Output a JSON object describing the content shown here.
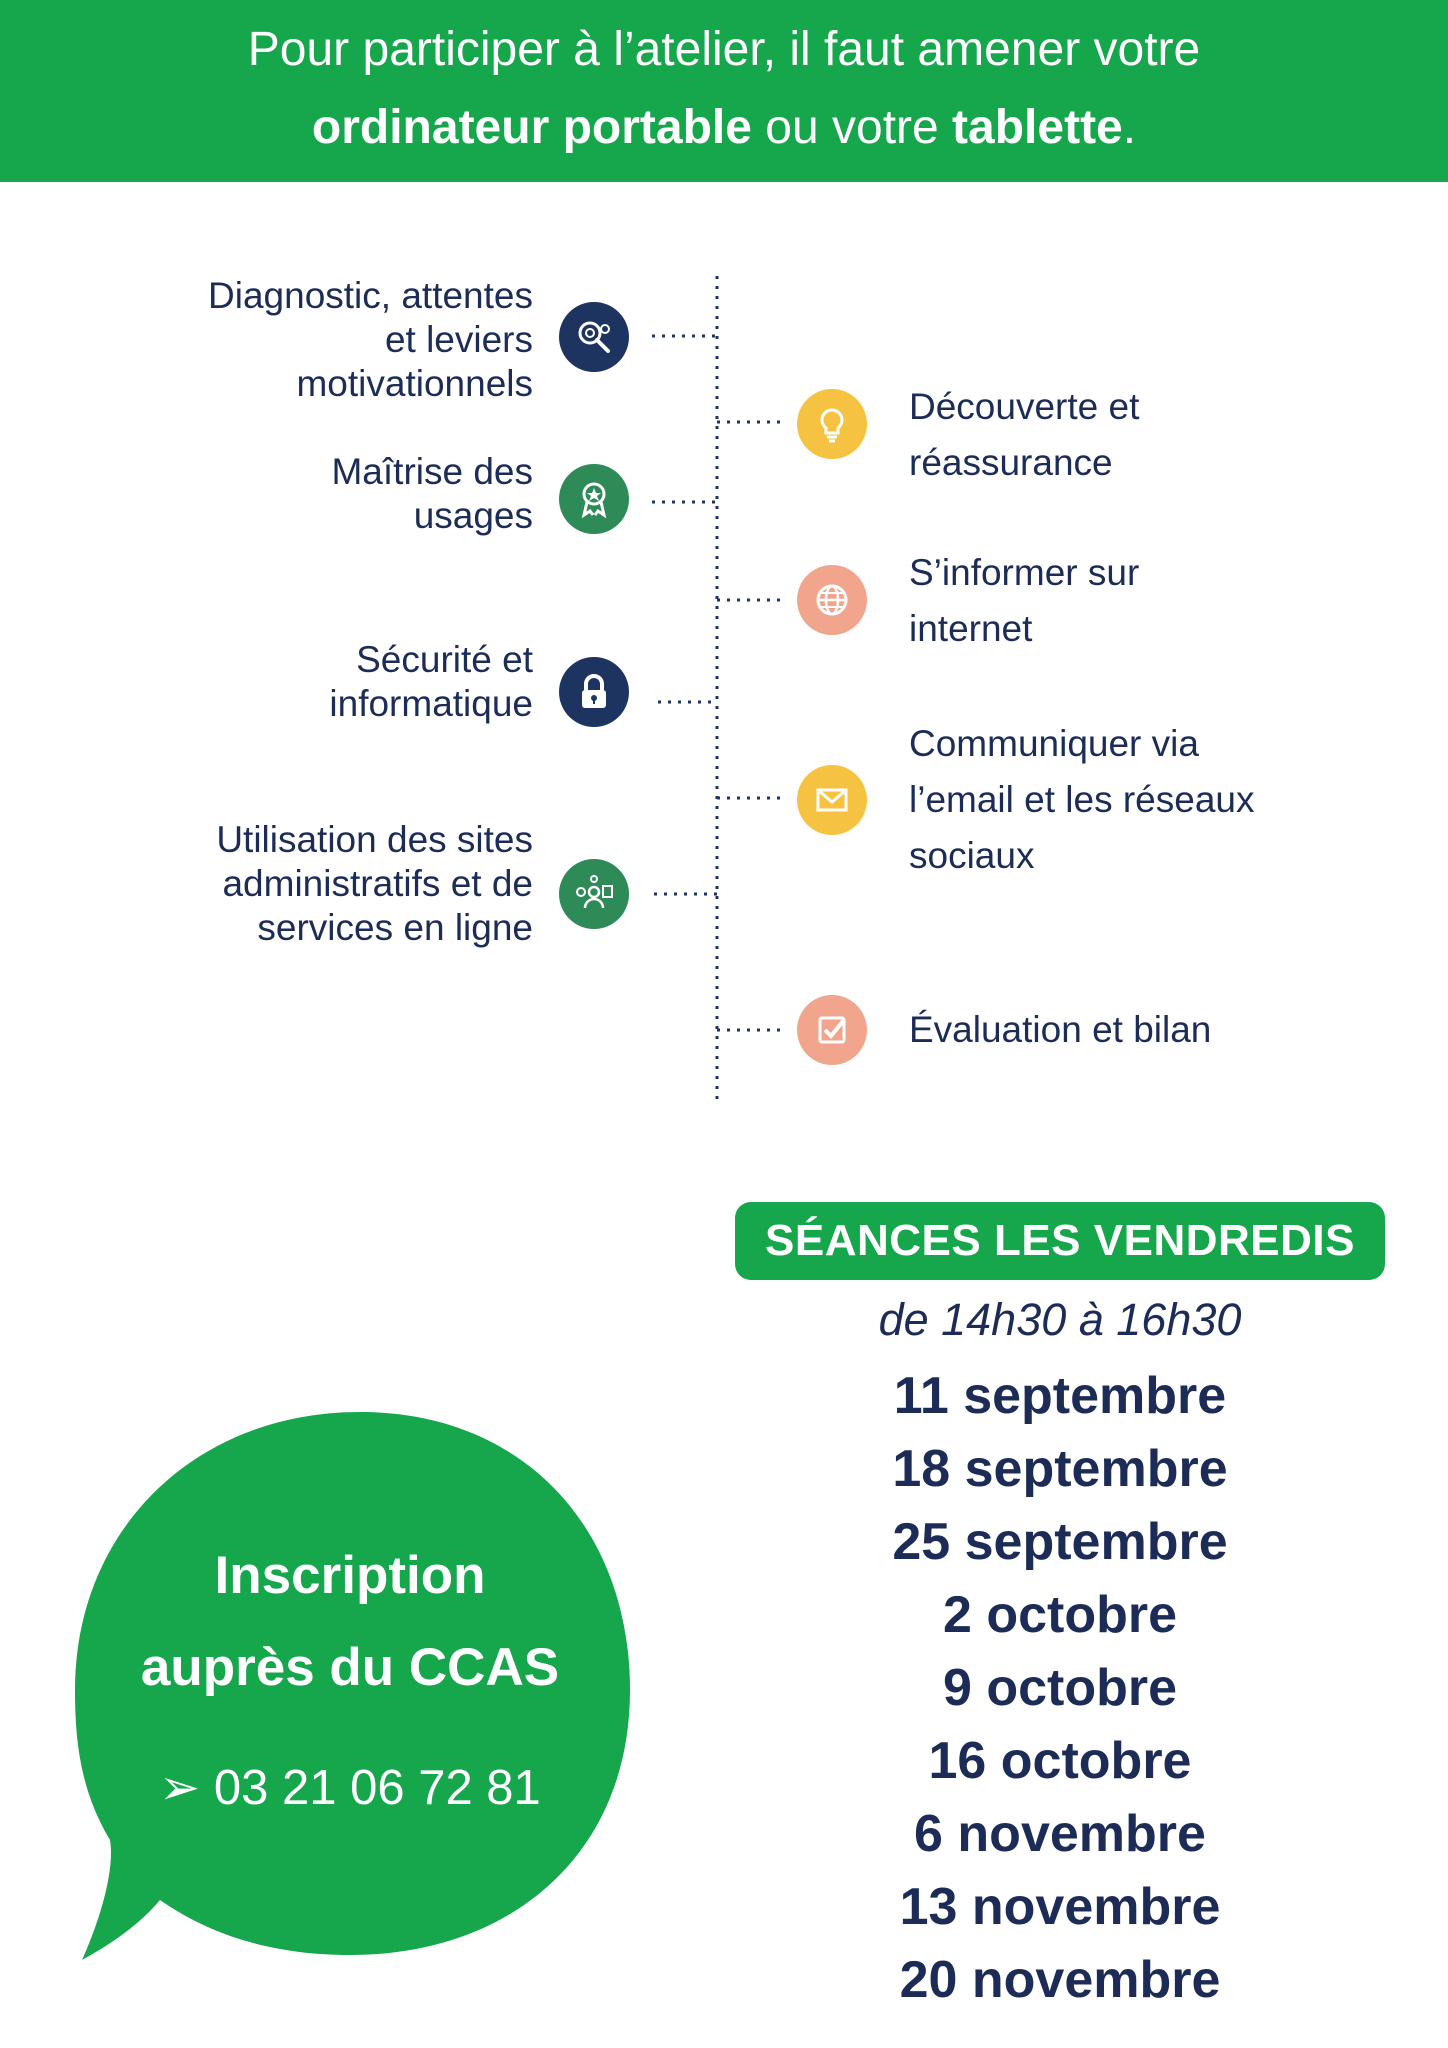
{
  "banner": {
    "line1": "Pour participer à l’atelier, il faut amener votre",
    "line2_bold_a": "ordinateur portable",
    "line2_mid": " ou votre ",
    "line2_bold_b": "tablette",
    "line2_end": "."
  },
  "steps_left": [
    {
      "label": "Diagnostic, attentes\net leviers\nmotivationnels",
      "icon": "search-gear-icon",
      "color": "#1d3461"
    },
    {
      "label": "Maîtrise des\nusages",
      "icon": "award-ribbon-icon",
      "color": "#2e8b57"
    },
    {
      "label": "Sécurité et\ninformatique",
      "icon": "padlock-icon",
      "color": "#1d3461"
    },
    {
      "label": "Utilisation des sites\nadministratifs et de\nservices en ligne",
      "icon": "people-network-icon",
      "color": "#2e8b57"
    }
  ],
  "steps_right": [
    {
      "label": "Découverte et\nréassurance",
      "icon": "lightbulb-icon",
      "color": "#f5c242"
    },
    {
      "label": "S’informer sur\ninternet",
      "icon": "globe-icon",
      "color": "#f0a58c"
    },
    {
      "label": "Communiquer via\nl’email et les réseaux\nsociaux",
      "icon": "envelope-icon",
      "color": "#f5c242"
    },
    {
      "label": "Évaluation et bilan",
      "icon": "checkbox-icon",
      "color": "#f0a58c"
    }
  ],
  "sessions": {
    "title": "SÉANCES LES VENDREDIS",
    "hours": "de 14h30 à 16h30",
    "dates": [
      "11 septembre",
      "18 septembre",
      "25 septembre",
      "2 octobre",
      "9 octobre",
      "16 octobre",
      "6 novembre",
      "13 novembre",
      "20 novembre"
    ]
  },
  "signup": {
    "line1": "Inscription",
    "line2": "auprès du CCAS",
    "arrow": "➢",
    "phone": "03 21 06 72 81",
    "bubble_color": "#16a64c"
  }
}
